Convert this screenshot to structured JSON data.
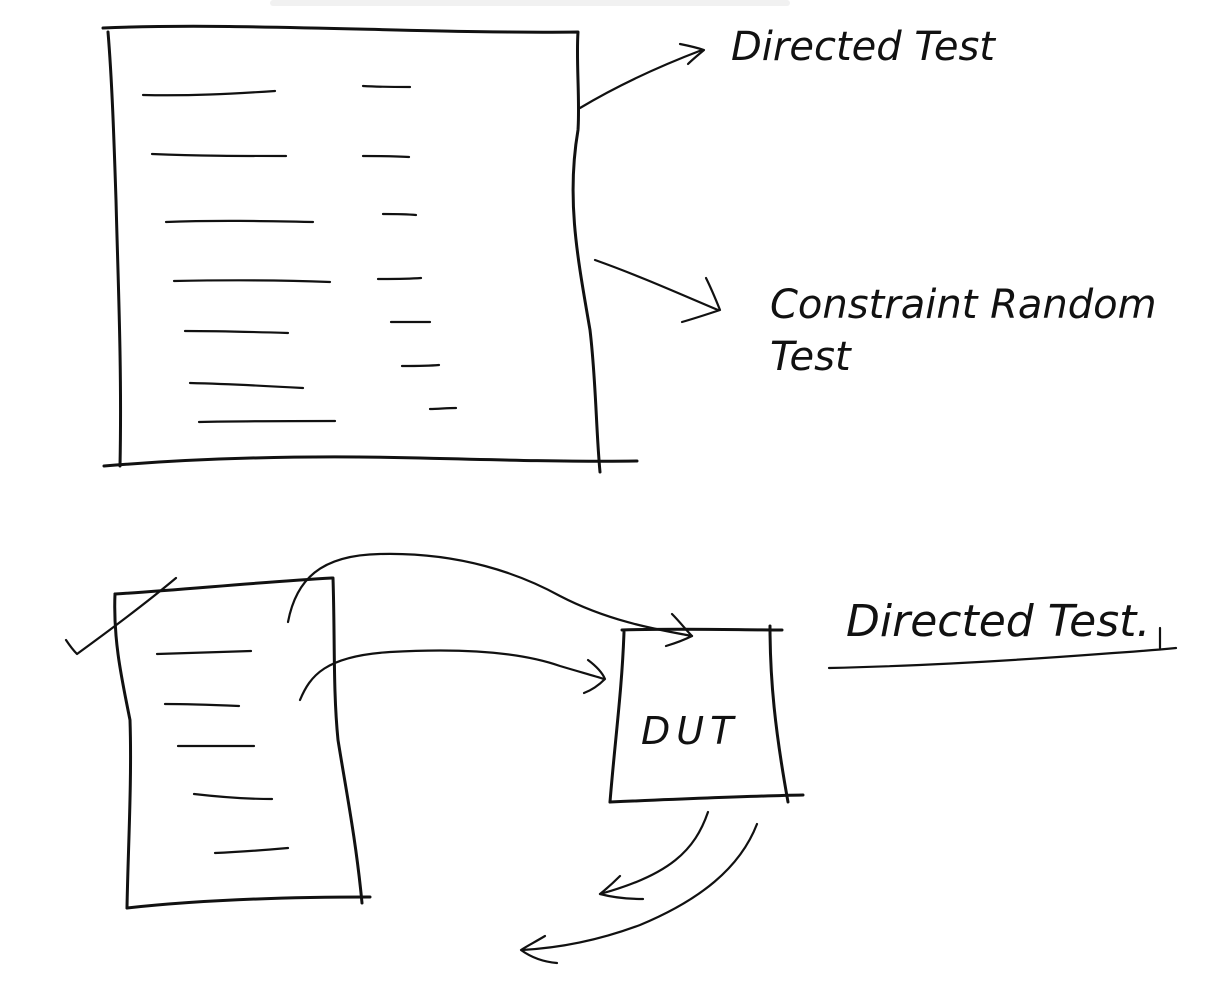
{
  "labels": {
    "top_arrow_1": "Directed Test",
    "top_arrow_2_line1": "Constraint Random",
    "top_arrow_2_line2": "Test",
    "dut": "DUT",
    "bottom_title": "Directed Test."
  },
  "colors": {
    "ink": "#111111",
    "background": "#ffffff"
  }
}
